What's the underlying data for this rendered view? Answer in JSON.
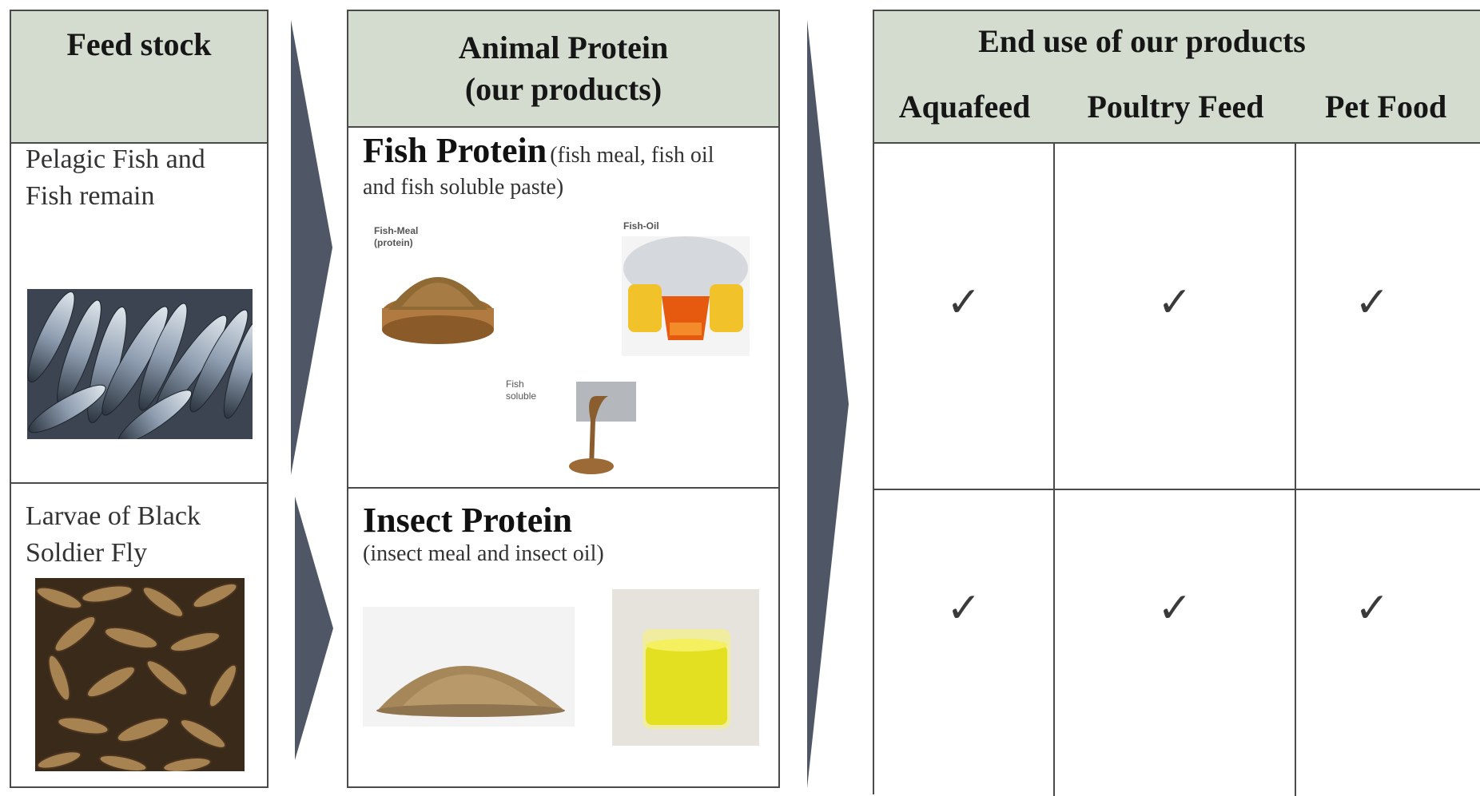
{
  "feedstock": {
    "header": "Feed stock",
    "items": [
      {
        "label_line1": "Pelagic Fish and",
        "label_line2": "Fish remain",
        "image_icon": "sardines-photo"
      },
      {
        "label_line1": "Larvae of Black",
        "label_line2": "Soldier Fly",
        "image_icon": "larvae-photo"
      }
    ]
  },
  "products": {
    "header_line1": "Animal Protein",
    "header_line2": "(our products)",
    "fish": {
      "title": "Fish Protein",
      "desc_a": "(fish meal, fish oil",
      "desc_b": "and fish soluble paste)",
      "photos": [
        {
          "caption_line1": "Fish-Meal",
          "caption_line2": "(protein)",
          "icon": "fish-meal-photo"
        },
        {
          "caption_line1": "Fish-Oil",
          "icon": "fish-oil-photo"
        },
        {
          "caption_line1": "Fish",
          "caption_line2": "soluble",
          "icon": "fish-soluble-photo"
        }
      ]
    },
    "insect": {
      "title": "Insect Protein",
      "desc": "(insect meal and insect oil)",
      "photos": [
        {
          "icon": "insect-meal-photo"
        },
        {
          "icon": "insect-oil-photo"
        }
      ]
    }
  },
  "end_use": {
    "header": "End use of our products",
    "columns": [
      "Aquafeed",
      "Poultry Feed",
      "Pet Food"
    ],
    "rows": [
      {
        "marks": [
          "✓",
          "✓",
          "✓"
        ]
      },
      {
        "marks": [
          "✓",
          "✓",
          "✓"
        ]
      }
    ]
  },
  "colors": {
    "header_bg": "#d3dccf",
    "arrow": "#4f5766",
    "border": "#4a4a4a"
  }
}
